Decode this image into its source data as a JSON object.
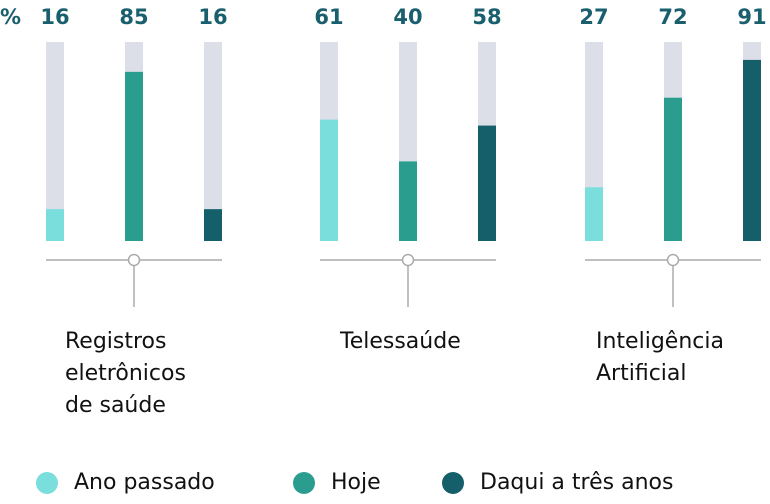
{
  "chart_data": {
    "type": "bar",
    "unit": "%",
    "categories": [
      "Registros eletrônicos de saúde",
      "Telessaúde",
      "Inteligência Artificial"
    ],
    "category_lines": [
      [
        "Registros",
        "eletrônicos",
        "de saúde"
      ],
      [
        "Telessaúde"
      ],
      [
        "Inteligência",
        "Artificial"
      ]
    ],
    "series": [
      {
        "name": "Ano passado",
        "values": [
          16,
          61,
          27
        ],
        "color": "#7adedd"
      },
      {
        "name": "Hoje",
        "values": [
          85,
          40,
          72
        ],
        "color": "#2a9d8f"
      },
      {
        "name": "Daqui a três anos",
        "values": [
          16,
          58,
          91
        ],
        "color": "#155f6b"
      }
    ],
    "ylim": [
      0,
      100
    ],
    "track_color": "#dddfe8",
    "axis_color": "#aaaaaa",
    "value_color": "#1a5f6e"
  }
}
